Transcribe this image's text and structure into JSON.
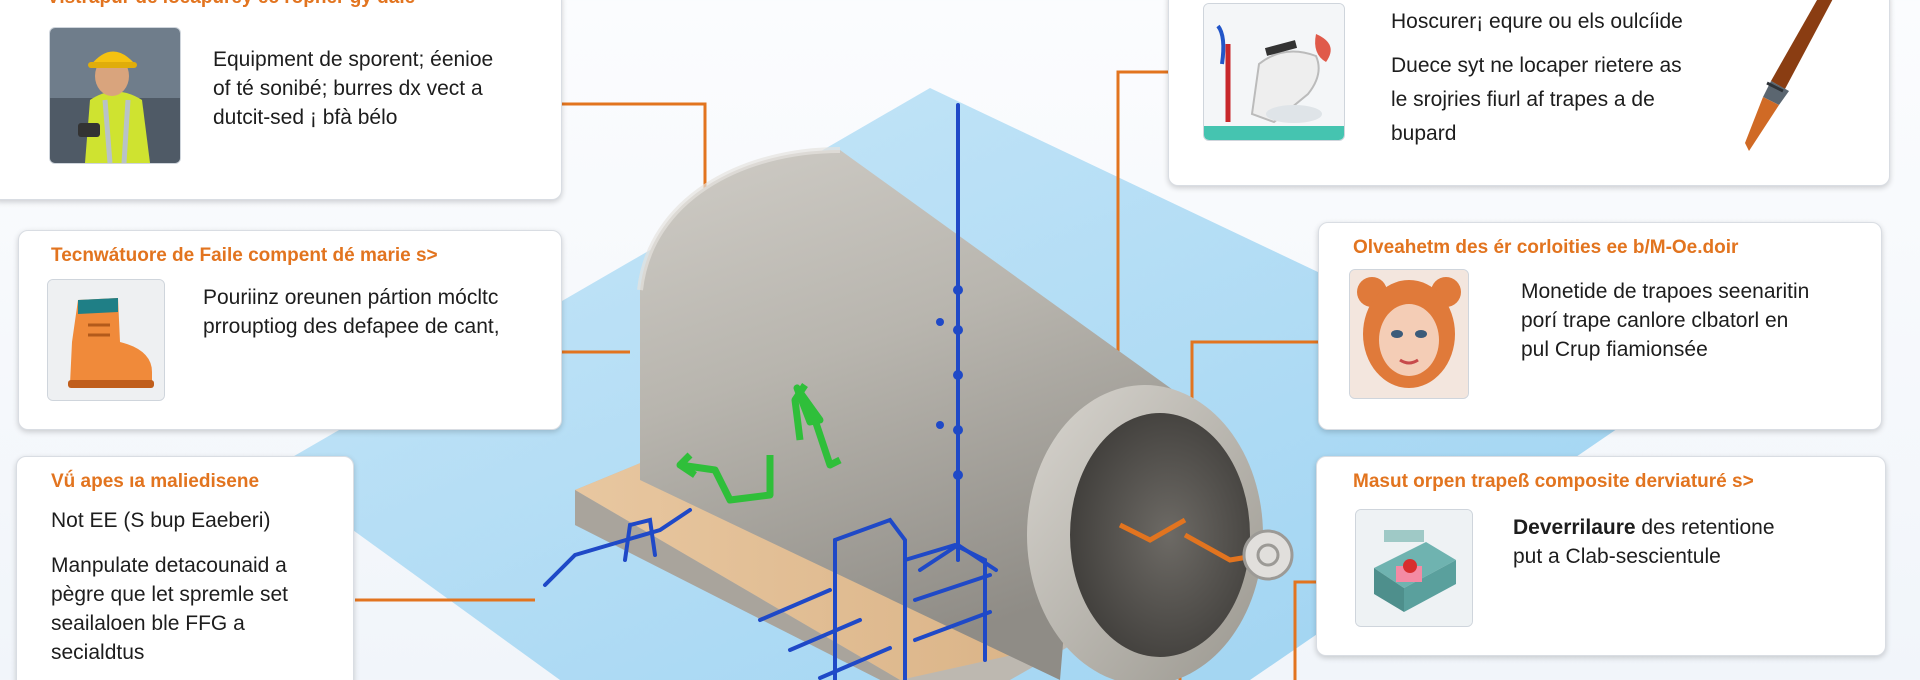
{
  "colors": {
    "accent": "#e2741f",
    "pipe_blue": "#1f49c7",
    "arrow_green": "#2fbf3a",
    "floor_blue": "#9fd4f2"
  },
  "cards": {
    "worker": {
      "title": "Vistrapur de loeapurey ec ropner gy dale",
      "lines": [
        "Equipment de sporent; éenioe",
        "of té sonibé; burres dx vect a",
        "dutcit-sed ¡ bfà bélo"
      ],
      "icon": "worker-hardhat-icon"
    },
    "boot": {
      "title": "Tecnwátuore de Faile compent dé marie s>",
      "lines": [
        "Pouriinz oreunen pártion mócltc",
        "prrouptiog des defapee de cant,"
      ],
      "icon": "safety-boot-icon"
    },
    "maintenance": {
      "title": "Vǘ apes ıa maliedisene",
      "subtitle": "Not EE (S bup Eaeberi)",
      "lines": [
        "Manpulate detacounaid a",
        "pègre que let spremle set",
        "seailaloen ble FFG a",
        "secialdtus"
      ]
    },
    "plumbing": {
      "lines": [
        "Hoscurer¡ equre ou els oulcíide",
        "Duece syt ne locaper rietere as",
        "le srojries fiurl af trapes a de",
        "bupard"
      ],
      "icon": "plumbing-detail-icon",
      "tool_icon": "chisel-tool-icon"
    },
    "face": {
      "title": "Olveahetm des ér corloities ee b/M-Oe.doir",
      "lines": [
        "Monetide de trapoes seenaritin",
        "porí trape canlore clbatorl en",
        "pul Crup fiamionsée"
      ],
      "icon": "face-portrait-icon"
    },
    "composite": {
      "title": "Masut orpen trapeß composite derviaturé s>",
      "bold_word": "Deverrilaure",
      "lines_after": [
        " des retentione",
        "put a Clab-sescientule"
      ],
      "icon": "composite-block-icon"
    }
  }
}
